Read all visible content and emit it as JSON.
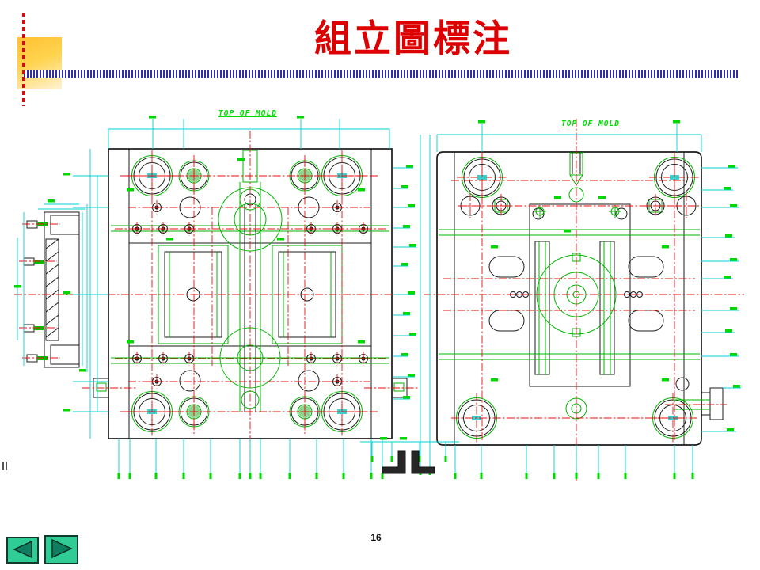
{
  "slide": {
    "title": "組立圖標注",
    "page_number": "16",
    "background_color": "#FFFFFF"
  },
  "decorations": {
    "accent_square_top_color": "#FFC133",
    "accent_square_bottom_color": "#FFF3D6",
    "dashed_line_color": "#CC1111",
    "stripe_bar_color": "#2E2EAE",
    "title_color": "#DD0000"
  },
  "drawing": {
    "left_view": {
      "label": "TOP OF MOLD"
    },
    "right_view": {
      "label": "TOP OF MOLD"
    },
    "line_colors": {
      "part_outline": "#1B1B1B",
      "component_green": "#00B400",
      "dimension_cyan": "#00D2D2",
      "centerline_red": "#E81010",
      "label_green": "#00D800"
    }
  },
  "navigation": {
    "back_button": {
      "icon": "left-filled-triangle"
    },
    "forward_button": {
      "icon": "right-filled-triangle"
    },
    "button_color": "#2FCC96",
    "arrow_color": "#0F7D5F"
  }
}
